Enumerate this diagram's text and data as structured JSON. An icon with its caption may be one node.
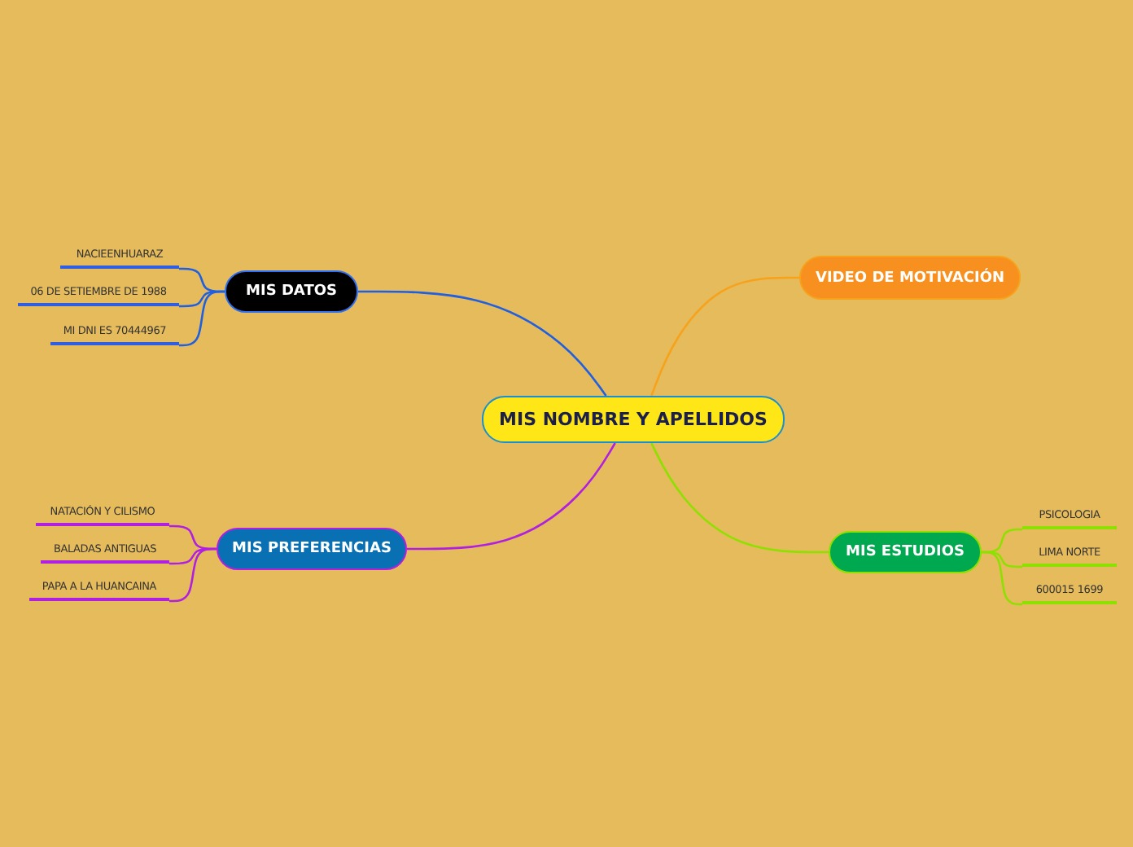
{
  "diagram": {
    "nodes": [
      {
        "text": [
          "MIS NOMBRE Y APELLIDOS"
        ]
      },
      {
        "text": [
          "MIS DATOS"
        ]
      },
      {
        "text": [
          "NACIEENHUARAZ"
        ]
      },
      {
        "text": [
          "06 DE SETIEMBRE DE 1988"
        ]
      },
      {
        "text": [
          "MI DNI ES 70444967"
        ]
      },
      {
        "text": [
          "VIDEO DE MOTIVACIÓN"
        ]
      },
      {
        "text": [
          "MIS PREFERENCIAS"
        ]
      },
      {
        "text": [
          "NATACIÓN Y CILISMO"
        ]
      },
      {
        "text": [
          "BALADAS ANTIGUAS"
        ]
      },
      {
        "text": [
          "PAPA A LA HUANCAINA"
        ]
      },
      {
        "text": [
          "MIS ESTUDIOS"
        ]
      },
      {
        "text": [
          "PSICOLOGIA"
        ]
      },
      {
        "text": [
          "LIMA NORTE"
        ]
      },
      {
        "text": [
          "600015 1699"
        ]
      }
    ],
    "edges": [
      {
        "from": 0,
        "to": 1,
        "arrow": "none",
        "color": "#1f5fe0"
      },
      {
        "from": 1,
        "to": 2,
        "arrow": "none",
        "color": "#1f5fe0"
      },
      {
        "from": 1,
        "to": 3,
        "arrow": "none",
        "color": "#1f5fe0"
      },
      {
        "from": 1,
        "to": 4,
        "arrow": "none",
        "color": "#1f5fe0"
      },
      {
        "from": 0,
        "to": 5,
        "arrow": "none",
        "color": "#f7a21b"
      },
      {
        "from": 0,
        "to": 6,
        "arrow": "none",
        "color": "#b020e0"
      },
      {
        "from": 6,
        "to": 7,
        "arrow": "none",
        "color": "#b020e0"
      },
      {
        "from": 6,
        "to": 8,
        "arrow": "none",
        "color": "#b020e0"
      },
      {
        "from": 6,
        "to": 9,
        "arrow": "none",
        "color": "#b020e0"
      },
      {
        "from": 0,
        "to": 10,
        "arrow": "none",
        "color": "#8ee000"
      },
      {
        "from": 10,
        "to": 11,
        "arrow": "none",
        "color": "#8ee000"
      },
      {
        "from": 10,
        "to": 12,
        "arrow": "none",
        "color": "#8ee000"
      },
      {
        "from": 10,
        "to": 13,
        "arrow": "none",
        "color": "#8ee000"
      }
    ]
  }
}
